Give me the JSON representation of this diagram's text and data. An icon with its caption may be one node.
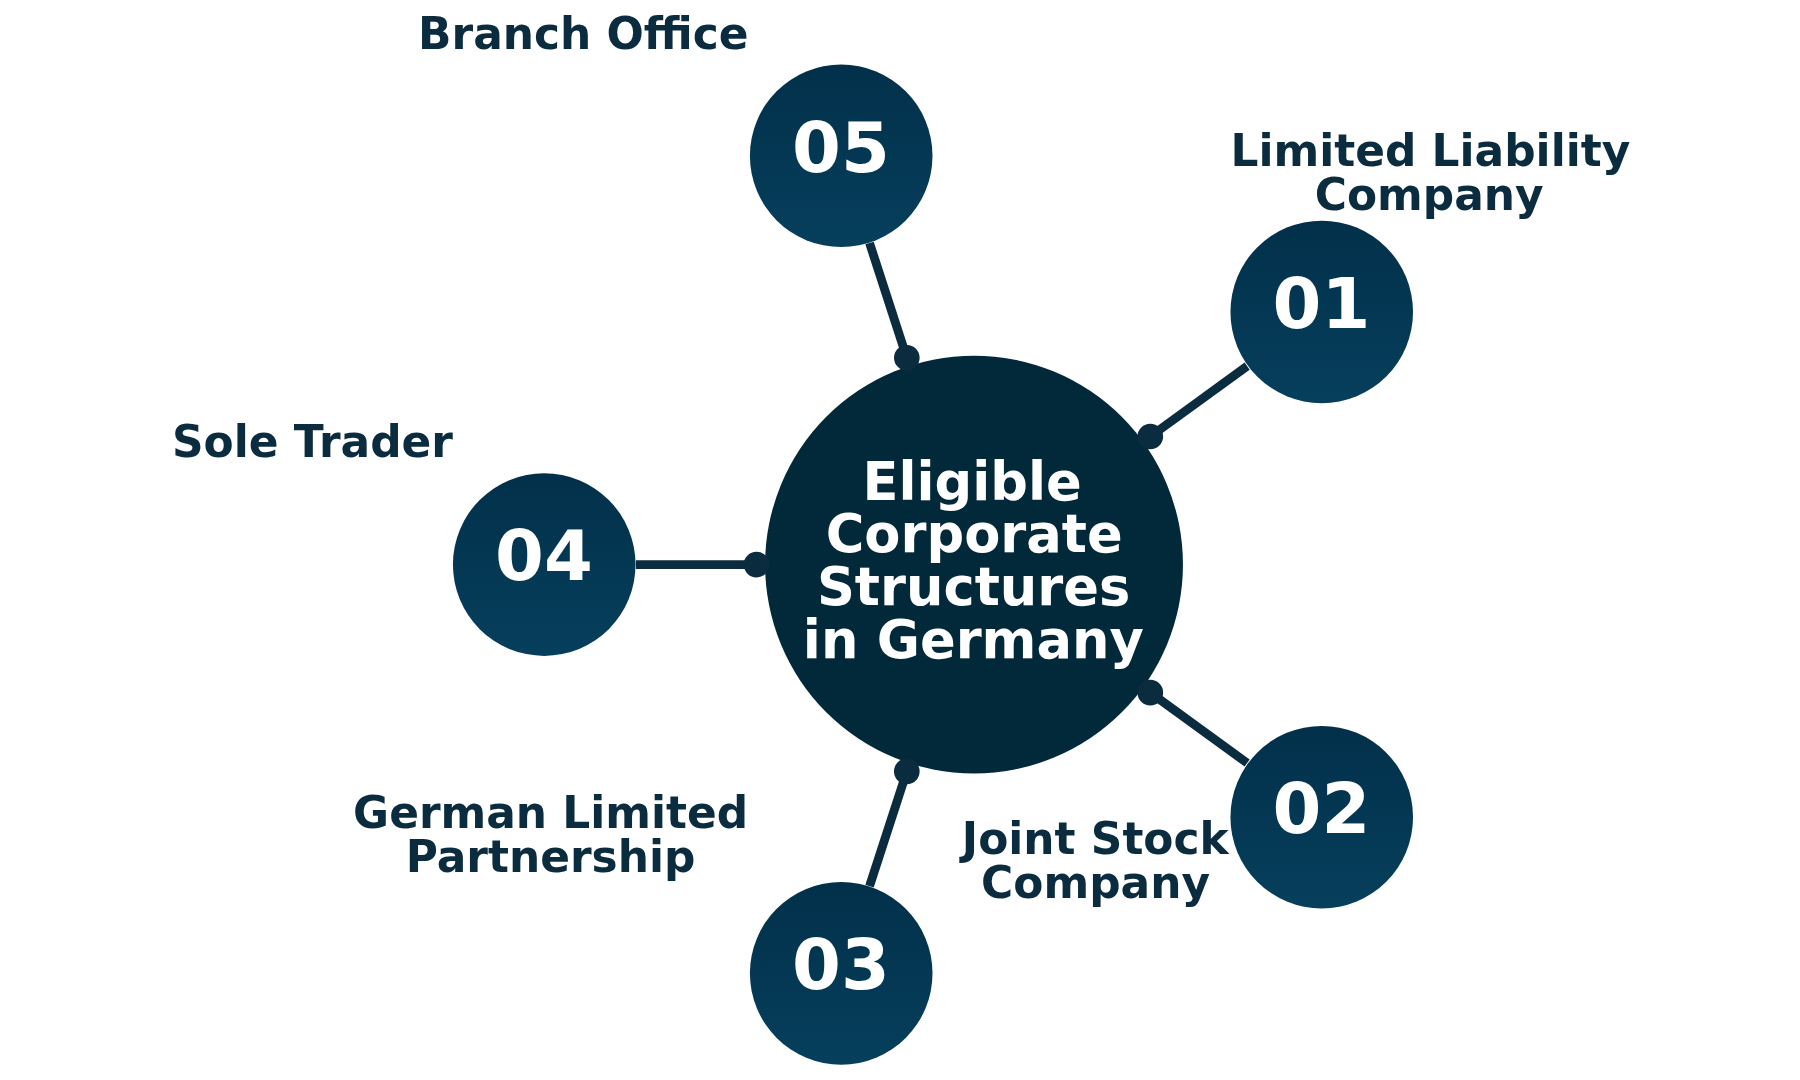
{
  "diagram": {
    "nodes": [
      {
        "text": [
          "Eligible Corporate Structures in Germany"
        ]
      },
      {
        "text": [
          "01"
        ],
        "beside": [
          "Limited Liability Company"
        ]
      },
      {
        "text": [
          "02"
        ],
        "beside": [
          "Joint Stock Company"
        ]
      },
      {
        "text": [
          "03"
        ],
        "beside": [
          "German Limited Partnership"
        ]
      },
      {
        "text": [
          "04"
        ],
        "beside": [
          "Sole Trader"
        ]
      },
      {
        "text": [
          "05"
        ],
        "beside": [
          "Branch Office"
        ]
      }
    ],
    "edges": [
      {
        "from": 1,
        "to": 0,
        "arrow": "other"
      },
      {
        "from": 2,
        "to": 0,
        "arrow": "other"
      },
      {
        "from": 3,
        "to": 0,
        "arrow": "other"
      },
      {
        "from": 4,
        "to": 0,
        "arrow": "other"
      },
      {
        "from": 5,
        "to": 0,
        "arrow": "other"
      }
    ]
  }
}
